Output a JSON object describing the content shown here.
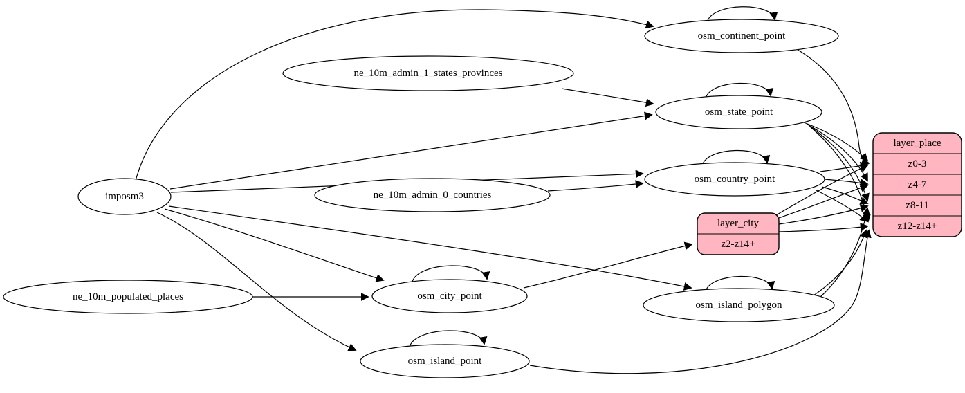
{
  "colors": {
    "background": "#ffffff",
    "table_fill": "#ffffff",
    "layer_fill": "#ffb6c1",
    "stroke": "#000000"
  },
  "nodes": {
    "imposm3": {
      "label": "imposm3",
      "type": "source"
    },
    "ne_10m_admin_1_states_provinces": {
      "label": "ne_10m_admin_1_states_provinces",
      "type": "source"
    },
    "ne_10m_admin_0_countries": {
      "label": "ne_10m_admin_0_countries",
      "type": "source"
    },
    "ne_10m_populated_places": {
      "label": "ne_10m_populated_places",
      "type": "source"
    },
    "osm_continent_point": {
      "label": "osm_continent_point",
      "type": "table"
    },
    "osm_state_point": {
      "label": "osm_state_point",
      "type": "table"
    },
    "osm_country_point": {
      "label": "osm_country_point",
      "type": "table"
    },
    "osm_city_point": {
      "label": "osm_city_point",
      "type": "table"
    },
    "osm_island_polygon": {
      "label": "osm_island_polygon",
      "type": "table"
    },
    "osm_island_point": {
      "label": "osm_island_point",
      "type": "table"
    }
  },
  "layers": {
    "layer_city": {
      "title": "layer_city",
      "rows": [
        "z2-z14+"
      ]
    },
    "layer_place": {
      "title": "layer_place",
      "rows": [
        "z0-3",
        "z4-7",
        "z8-11",
        "z12-z14+"
      ]
    }
  },
  "edges": [
    {
      "from": "imposm3",
      "to": "osm_continent_point"
    },
    {
      "from": "imposm3",
      "to": "osm_state_point"
    },
    {
      "from": "imposm3",
      "to": "osm_country_point"
    },
    {
      "from": "imposm3",
      "to": "osm_city_point"
    },
    {
      "from": "imposm3",
      "to": "osm_island_polygon"
    },
    {
      "from": "imposm3",
      "to": "osm_island_point"
    },
    {
      "from": "ne_10m_admin_1_states_provinces",
      "to": "osm_state_point"
    },
    {
      "from": "ne_10m_admin_0_countries",
      "to": "osm_country_point"
    },
    {
      "from": "ne_10m_populated_places",
      "to": "osm_city_point"
    },
    {
      "from": "osm_continent_point",
      "to": "osm_continent_point"
    },
    {
      "from": "osm_state_point",
      "to": "osm_state_point"
    },
    {
      "from": "osm_country_point",
      "to": "osm_country_point"
    },
    {
      "from": "osm_city_point",
      "to": "osm_city_point"
    },
    {
      "from": "osm_island_polygon",
      "to": "osm_island_polygon"
    },
    {
      "from": "osm_island_point",
      "to": "osm_island_point"
    },
    {
      "from": "osm_continent_point",
      "to": "layer_place:z0-3"
    },
    {
      "from": "osm_state_point",
      "to": "layer_place:z0-3"
    },
    {
      "from": "osm_state_point",
      "to": "layer_place:z4-7"
    },
    {
      "from": "osm_state_point",
      "to": "layer_place:z8-11"
    },
    {
      "from": "osm_state_point",
      "to": "layer_place:z12-z14+"
    },
    {
      "from": "osm_country_point",
      "to": "layer_place:z0-3"
    },
    {
      "from": "osm_country_point",
      "to": "layer_place:z4-7"
    },
    {
      "from": "osm_country_point",
      "to": "layer_place:z8-11"
    },
    {
      "from": "osm_country_point",
      "to": "layer_place:z12-z14+"
    },
    {
      "from": "osm_city_point",
      "to": "layer_city:z2-z14+"
    },
    {
      "from": "osm_island_polygon",
      "to": "layer_place:z8-11"
    },
    {
      "from": "osm_island_polygon",
      "to": "layer_place:z12-z14+"
    },
    {
      "from": "osm_island_point",
      "to": "layer_place:z12-z14+"
    },
    {
      "from": "layer_city",
      "to": "layer_place:z0-3"
    },
    {
      "from": "layer_city",
      "to": "layer_place:z4-7"
    },
    {
      "from": "layer_city",
      "to": "layer_place:z8-11"
    },
    {
      "from": "layer_city",
      "to": "layer_place:z12-z14+"
    }
  ]
}
